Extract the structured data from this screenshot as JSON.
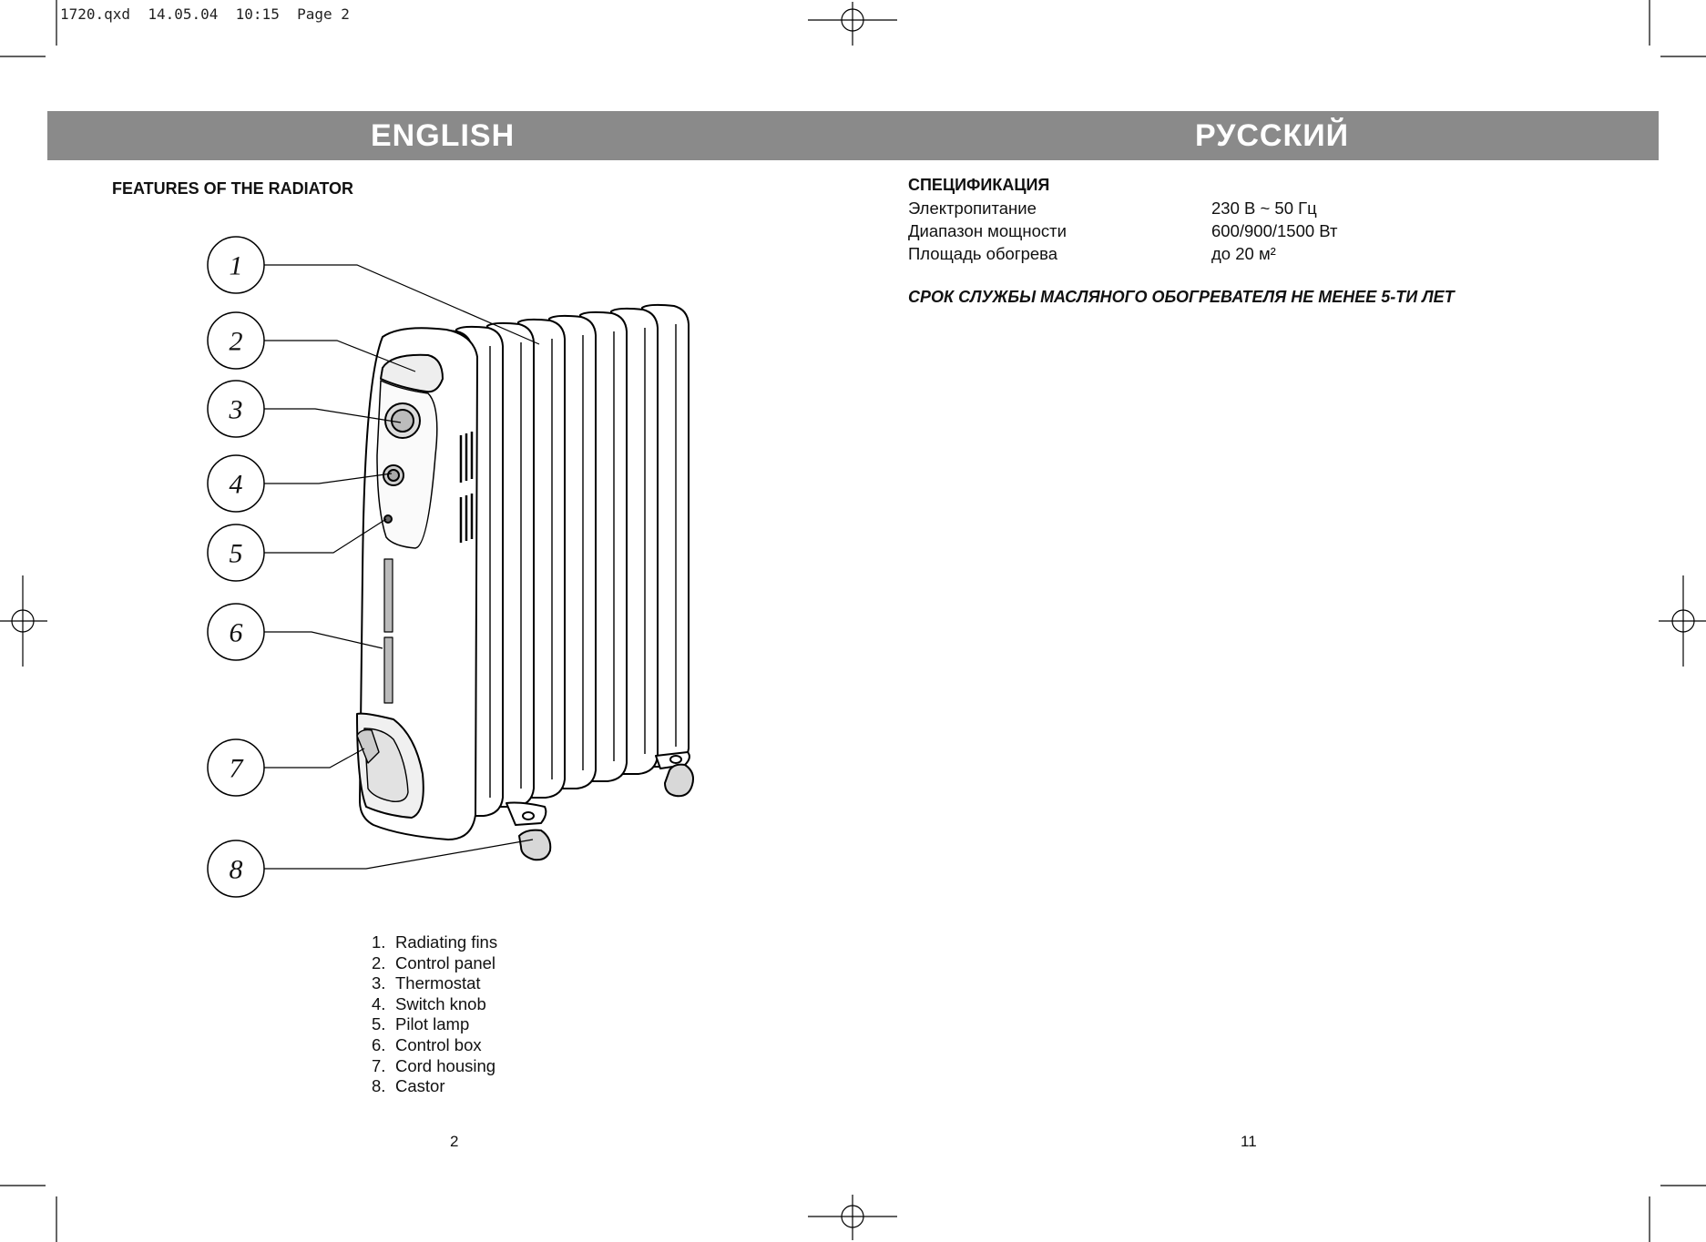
{
  "print_meta": "1720.qxd  14.05.04  10:15  Page 2",
  "header": {
    "left_title": "ENGLISH",
    "right_title": "РУССКИЙ"
  },
  "left_page": {
    "heading": "FEATURES OF THE RADIATOR",
    "callouts": [
      "1",
      "2",
      "3",
      "4",
      "5",
      "6",
      "7",
      "8"
    ],
    "legend": [
      {
        "num": "1.",
        "text": "Radiating fins"
      },
      {
        "num": "2.",
        "text": "Control panel"
      },
      {
        "num": "3.",
        "text": "Thermostat"
      },
      {
        "num": "4.",
        "text": "Switch knob"
      },
      {
        "num": "5.",
        "text": "Pilot lamp"
      },
      {
        "num": "6.",
        "text": "Control box"
      },
      {
        "num": "7.",
        "text": "Cord housing"
      },
      {
        "num": "8.",
        "text": "Castor"
      }
    ],
    "page_number": "2"
  },
  "right_page": {
    "heading": "СПЕЦИФИКАЦИЯ",
    "specs": [
      {
        "label": "Электропитание",
        "value": "230 В ~ 50 Гц"
      },
      {
        "label": "Диапазон мощности",
        "value": "600/900/1500 Вт"
      },
      {
        "label": "Площадь обогрева",
        "value": "до 20 м²"
      }
    ],
    "note": "СРОК СЛУЖБЫ МАСЛЯНОГО ОБОГРЕВАТЕЛЯ НЕ МЕНЕЕ 5-ТИ ЛЕТ",
    "page_number": "11"
  }
}
